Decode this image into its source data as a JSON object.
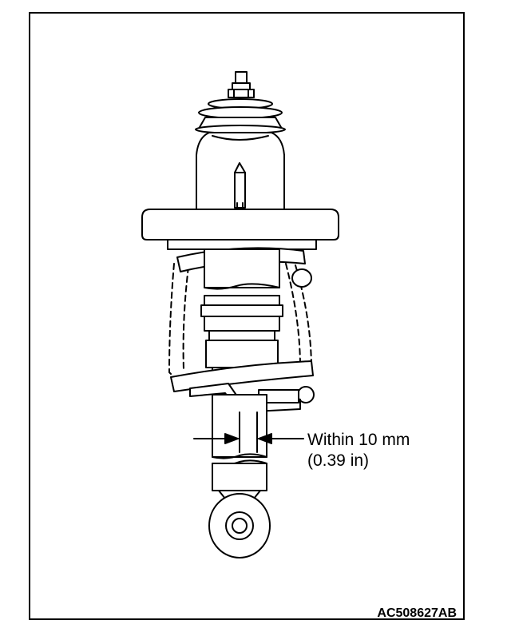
{
  "callout": {
    "line1": "Within 10 mm",
    "line2": "(0.39 in)"
  },
  "figure_code": "AC508627AB",
  "colors": {
    "ink": "#000000",
    "paper": "#ffffff"
  }
}
